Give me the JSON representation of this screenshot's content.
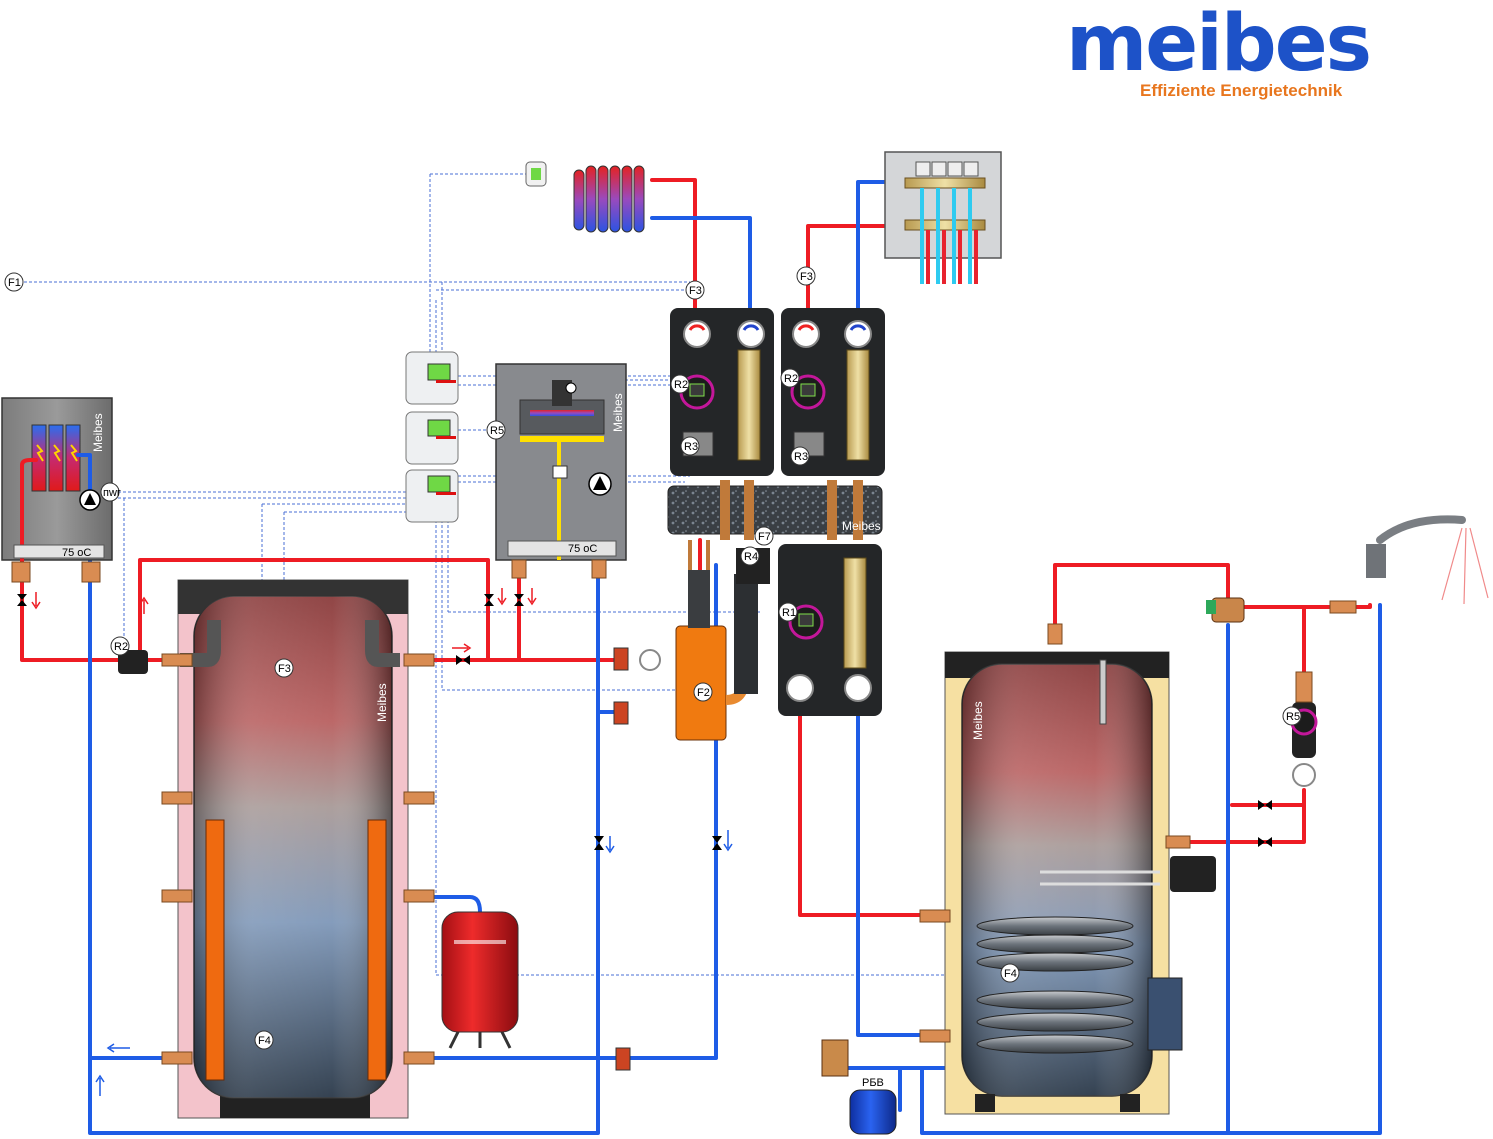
{
  "brand": {
    "name": "meibes",
    "tagline": "Effiziente Energietechnik",
    "colors": {
      "primary": "#1d52c8",
      "accent": "#e8761e"
    }
  },
  "pipe_colors": {
    "supply": "#ee1c24",
    "return": "#1e5ce6",
    "control": "#4a6fd6"
  },
  "labels": {
    "vessel_brand": "Meibes",
    "temp_display": "75 oC",
    "pwg": "пwг",
    "rbv": "РБВ"
  },
  "sensors": {
    "f1": "F1",
    "f2": "F2",
    "f3": "F3",
    "f4": "F4",
    "f7": "F7",
    "r1": "R1",
    "r2": "R2",
    "r3": "R3",
    "r4": "R4",
    "r5": "R5"
  },
  "components": [
    "electric-boiler",
    "gas-boiler",
    "buffer-tank",
    "dhw-tank",
    "radiator",
    "floor-heating-manifold",
    "pump-group-radiator",
    "pump-group-floor",
    "pump-group-dhw",
    "distribution-manifold",
    "hydraulic-separator",
    "expansion-vessel",
    "dhw-expansion-vessel",
    "controller-1",
    "controller-2",
    "controller-3",
    "room-sensor",
    "kitchen-faucet",
    "mixing-valve",
    "circulation-pump"
  ],
  "icons": [
    "pump-icon",
    "thermometer-icon",
    "ball-valve-icon",
    "check-valve-icon",
    "flow-arrow-icon",
    "heating-element-icon"
  ]
}
